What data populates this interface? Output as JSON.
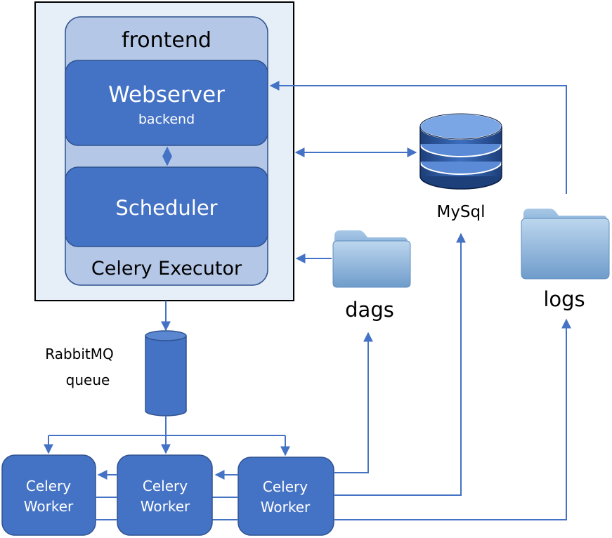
{
  "airflow": {
    "frontend_label": "frontend",
    "webserver_label": "Webserver",
    "webserver_sub": "backend",
    "scheduler_label": "Scheduler",
    "executor_label": "Celery Executor"
  },
  "mysql_label": "MySql",
  "dags_label": "dags",
  "logs_label": "logs",
  "queue": {
    "line1": "RabbitMQ",
    "line2": "queue"
  },
  "workers": [
    {
      "line1": "Celery",
      "line2": "Worker"
    },
    {
      "line1": "Celery",
      "line2": "Worker"
    },
    {
      "line1": "Celery",
      "line2": "Worker"
    }
  ],
  "colors": {
    "dark_blue": "#4472c4",
    "light_blue": "#b4c7e7",
    "panel_bg": "#e6eef8",
    "arrow": "#4472c4",
    "folder": "#8fb4d9"
  }
}
